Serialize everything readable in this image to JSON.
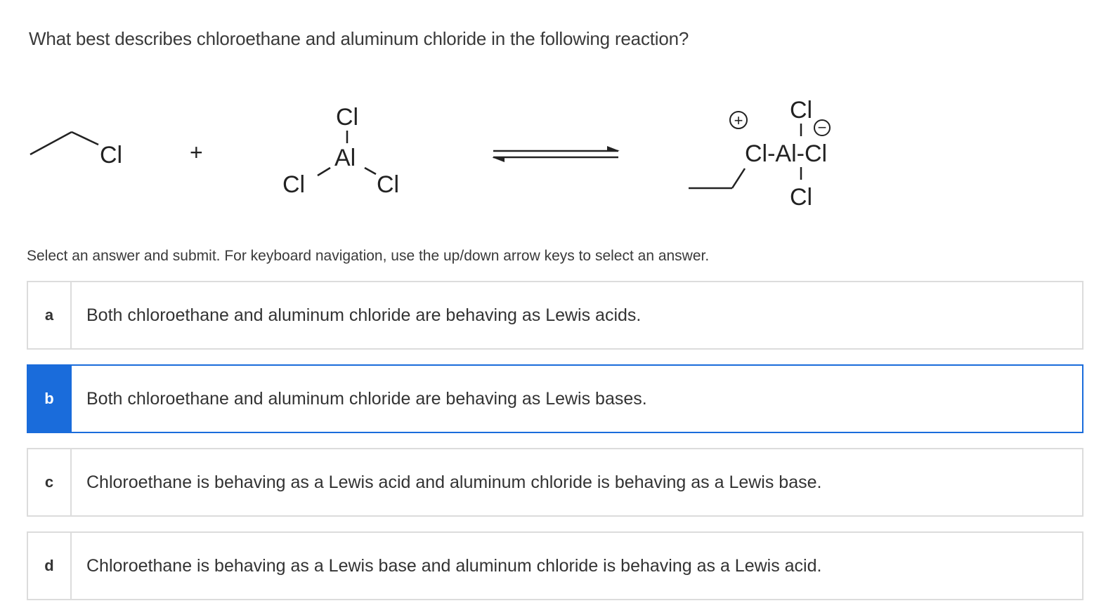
{
  "question": "What best describes chloroethane and aluminum chloride in the following reaction?",
  "reaction": {
    "reactant1_cl": "Cl",
    "plus": "+",
    "alcl3": {
      "top_cl": "Cl",
      "al": "Al",
      "left_cl": "Cl",
      "right_cl": "Cl"
    },
    "product": {
      "cation_charge": "+",
      "anion_charge": "−",
      "top_cl": "Cl",
      "center": "Cl-Al-Cl",
      "bottom_cl": "Cl"
    }
  },
  "instructions": "Select an answer and submit. For keyboard navigation, use the up/down arrow keys to select an answer.",
  "options": [
    {
      "letter": "a",
      "text": "Both chloroethane and aluminum chloride are behaving as Lewis acids.",
      "selected": false
    },
    {
      "letter": "b",
      "text": "Both chloroethane and aluminum chloride are behaving as Lewis bases.",
      "selected": true
    },
    {
      "letter": "c",
      "text": "Chloroethane is behaving as a Lewis acid and aluminum chloride is behaving as a Lewis base.",
      "selected": false
    },
    {
      "letter": "d",
      "text": "Chloroethane is behaving as a Lewis base and aluminum chloride is behaving as a Lewis acid.",
      "selected": false
    }
  ],
  "colors": {
    "accent": "#1a6cdb",
    "border": "#dcdcdc",
    "text": "#333333"
  }
}
